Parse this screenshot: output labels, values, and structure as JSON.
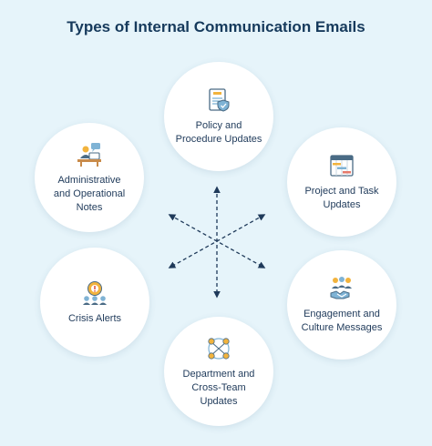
{
  "title": "Types of Internal Communication Emails",
  "nodes": [
    {
      "id": "policy",
      "label": "Policy and\nProcedure Updates",
      "icon": "policy-document-icon"
    },
    {
      "id": "project",
      "label": "Project and Task\nUpdates",
      "icon": "gantt-calendar-icon"
    },
    {
      "id": "engagement",
      "label": "Engagement and\nCulture Messages",
      "icon": "team-handshake-icon"
    },
    {
      "id": "department",
      "label": "Department and\nCross-Team\nUpdates",
      "icon": "network-people-icon"
    },
    {
      "id": "crisis",
      "label": "Crisis Alerts",
      "icon": "alert-gear-icon"
    },
    {
      "id": "admin",
      "label": "Administrative\nand Operational\nNotes",
      "icon": "office-worker-icon"
    }
  ],
  "colors": {
    "background": "#e6f4fa",
    "title": "#163a5c",
    "text": "#1f3a5a",
    "arrow": "#1f3a5a",
    "icon_accent": "#f2b33d",
    "icon_blue": "#7fb3d5"
  }
}
